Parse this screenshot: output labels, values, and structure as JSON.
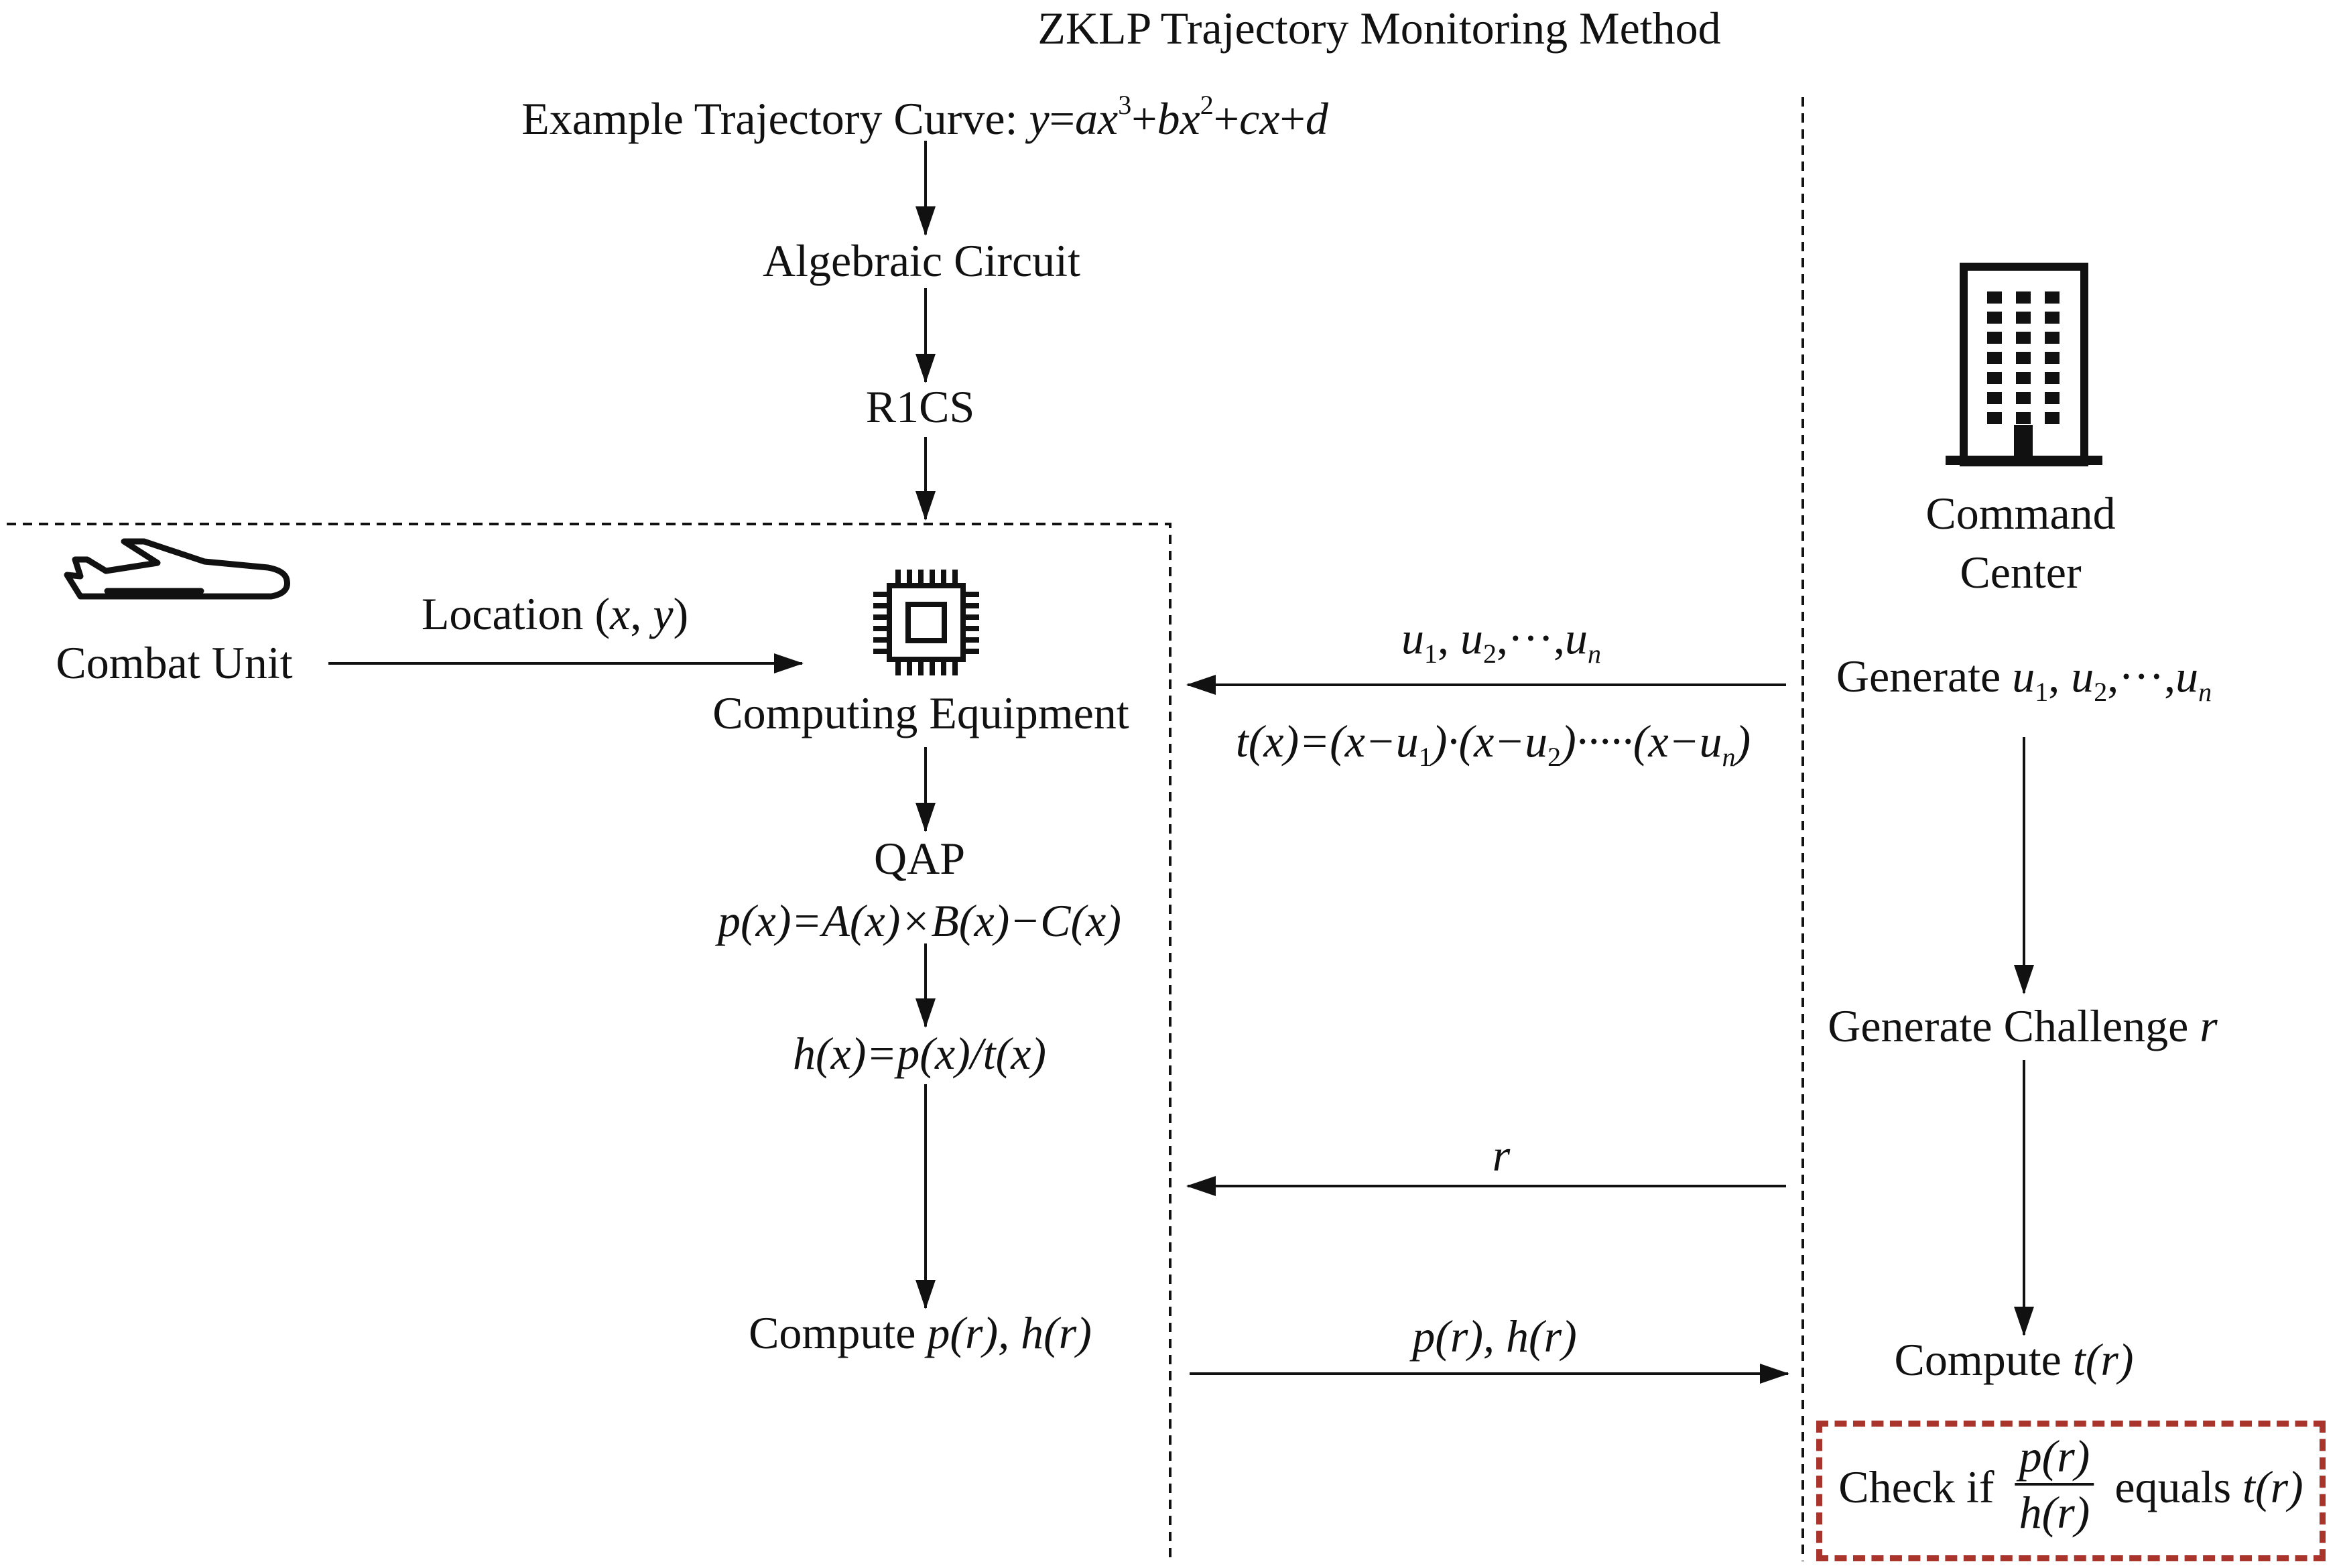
{
  "title": "ZKLP Trajectory Monitoring Method",
  "nodes": {
    "example_prefix": "Example Trajectory Curve: ",
    "example_formula": {
      "y": "y",
      "eq": "=",
      "a": "a",
      "x": "x",
      "e3": "3",
      "plus": "+",
      "b": "b",
      "e2": "2",
      "c": "c",
      "d": "d"
    },
    "algebraic_circuit": "Algebraic Circuit",
    "r1cs": "R1CS",
    "combat_unit": "Combat Unit",
    "location_prefix": "Location (",
    "location_x": "x",
    "location_sep": ", ",
    "location_y": "y",
    "location_suffix": ")",
    "computing_equipment": "Computing Equipment",
    "qap": "QAP",
    "qap_formula": "p(x)=A(x)×B(x)−C(x)",
    "h_formula": "h(x)=p(x)/t(x)",
    "compute_prefix": "Compute ",
    "compute_values": "p(r), h(r)",
    "command_line1": "Command",
    "command_line2": "Center",
    "generate_prefix": "Generate ",
    "generate_challenge_prefix": "Generate Challenge ",
    "generate_challenge_var": "r",
    "compute_t_prefix": "Compute ",
    "compute_t_value": "t(r)",
    "check_prefix": "Check if ",
    "check_num": "p(r)",
    "check_den": "h(r)",
    "check_mid": " equals ",
    "check_value": "t(r)"
  },
  "messages": {
    "u_seq": {
      "u": "u",
      "s1": "1",
      "s2": "2",
      "sn": "n",
      "sep": ", ",
      "dots": ",···,"
    },
    "t_formula": {
      "lhs": "t(x)=(x−",
      "u": "u",
      "s1": "1",
      "mid1": ")·(x−",
      "s2": "2",
      "mid2": ")·····(x−",
      "sn": "n",
      "end": ")"
    },
    "r": "r",
    "pr_hr": "p(r), h(r)"
  },
  "icons": {
    "plane": "airplane-icon",
    "chip": "chip-icon",
    "building": "building-icon"
  },
  "colors": {
    "line": "#111111",
    "check_border": "#a9342c"
  }
}
